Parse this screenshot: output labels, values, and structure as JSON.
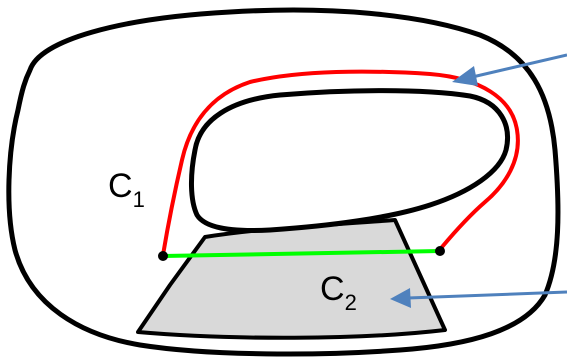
{
  "labels": {
    "c1": {
      "main": "C",
      "sub": "1"
    },
    "c2": {
      "main": "C",
      "sub": "2"
    }
  },
  "colors": {
    "background": "#ffffff",
    "outline": "#000000",
    "curve_c1": "#ff0000",
    "segment": "#00ff00",
    "shaded_region": "#d9d9d9",
    "arrow": "#4f81bd"
  }
}
